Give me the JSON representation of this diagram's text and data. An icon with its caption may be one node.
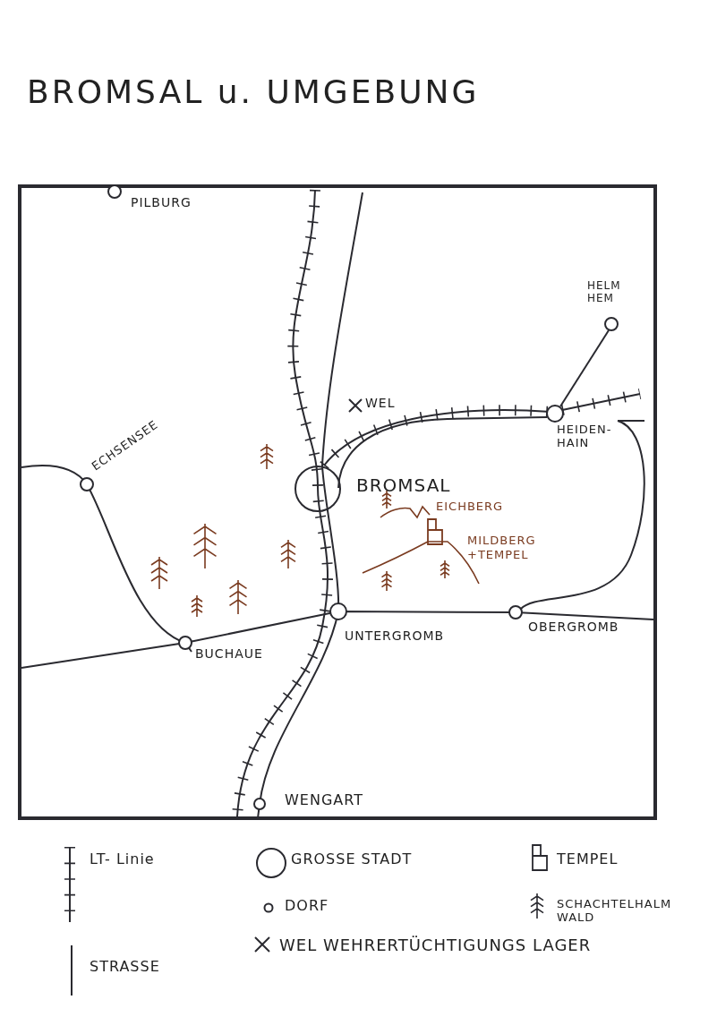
{
  "diagram": {
    "title": "BROMSAL u. UMGEBUNG",
    "labels": [
      "PILBURG",
      "HELM HEM",
      "HEIDEN- HAIN",
      "ECHSENSEE",
      "WEL",
      "BROMSAL",
      "EICHBERG",
      "MILDBERG +TEMPEL",
      "UNTERGROMB",
      "OBERGROMB",
      "BUCHAUE",
      "WENGART"
    ],
    "legend": [
      {
        "text": "LT- Linie"
      },
      {
        "text": "GROSSE STADT"
      },
      {
        "text": "TEMPEL"
      },
      {
        "text": "DORF"
      },
      {
        "text": "SCHACHTELHALM WALD"
      },
      {
        "text": "WEL WEHRERTÜCHTIGUNGS LAGER"
      },
      {
        "text": "STRASSE"
      }
    ]
  }
}
